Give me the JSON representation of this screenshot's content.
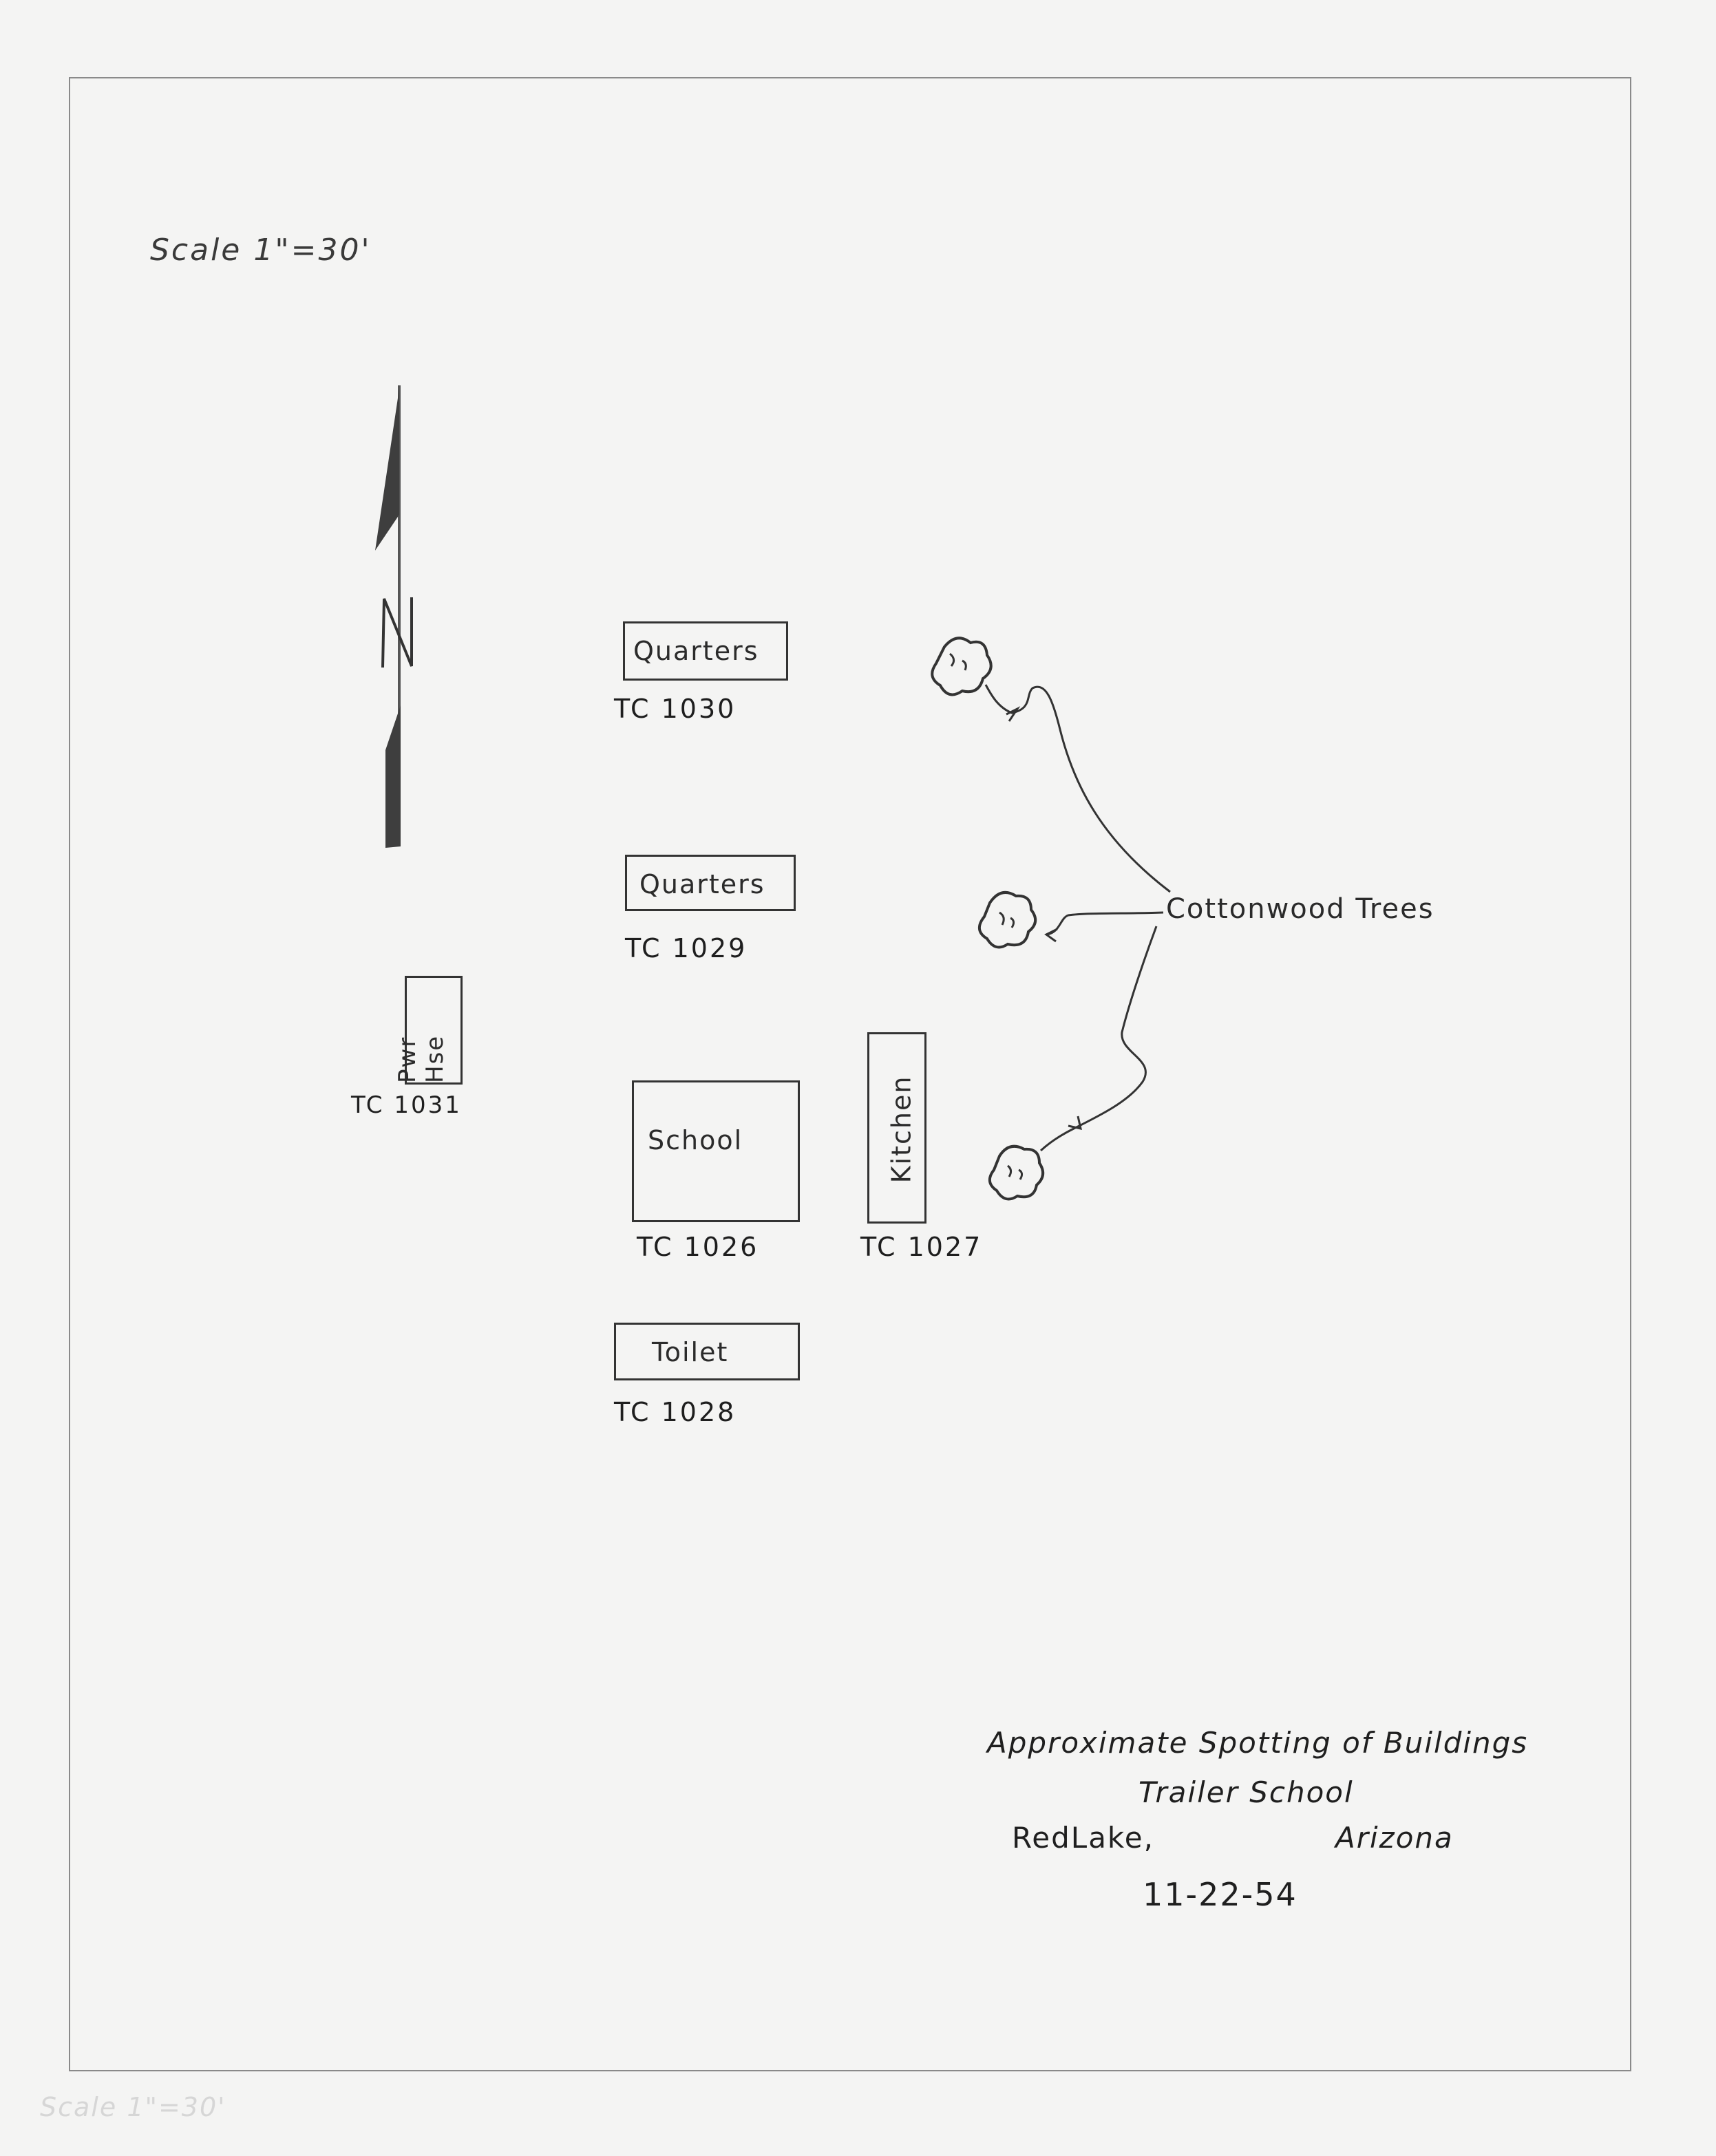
{
  "map": {
    "scale": "Scale 1\"=30'",
    "scale_faint": "Scale 1\"=30'",
    "north_letter": "N",
    "buildings": [
      {
        "label": "Quarters",
        "id": "TC 1030"
      },
      {
        "label": "Quarters",
        "id": "TC 1029"
      },
      {
        "label": "Pwr Hse",
        "id": "TC 1031"
      },
      {
        "label": "School",
        "id": "TC 1026"
      },
      {
        "label": "Kitchen",
        "id": "TC 1027"
      },
      {
        "label": "Toilet",
        "id": "TC 1028"
      }
    ],
    "trees_label": "Cottonwood Trees",
    "title": {
      "line1": "Approximate Spotting of Buildings",
      "line2": "Trailer School",
      "place": "RedLake,",
      "state": "Arizona",
      "date": "11-22-54"
    }
  }
}
